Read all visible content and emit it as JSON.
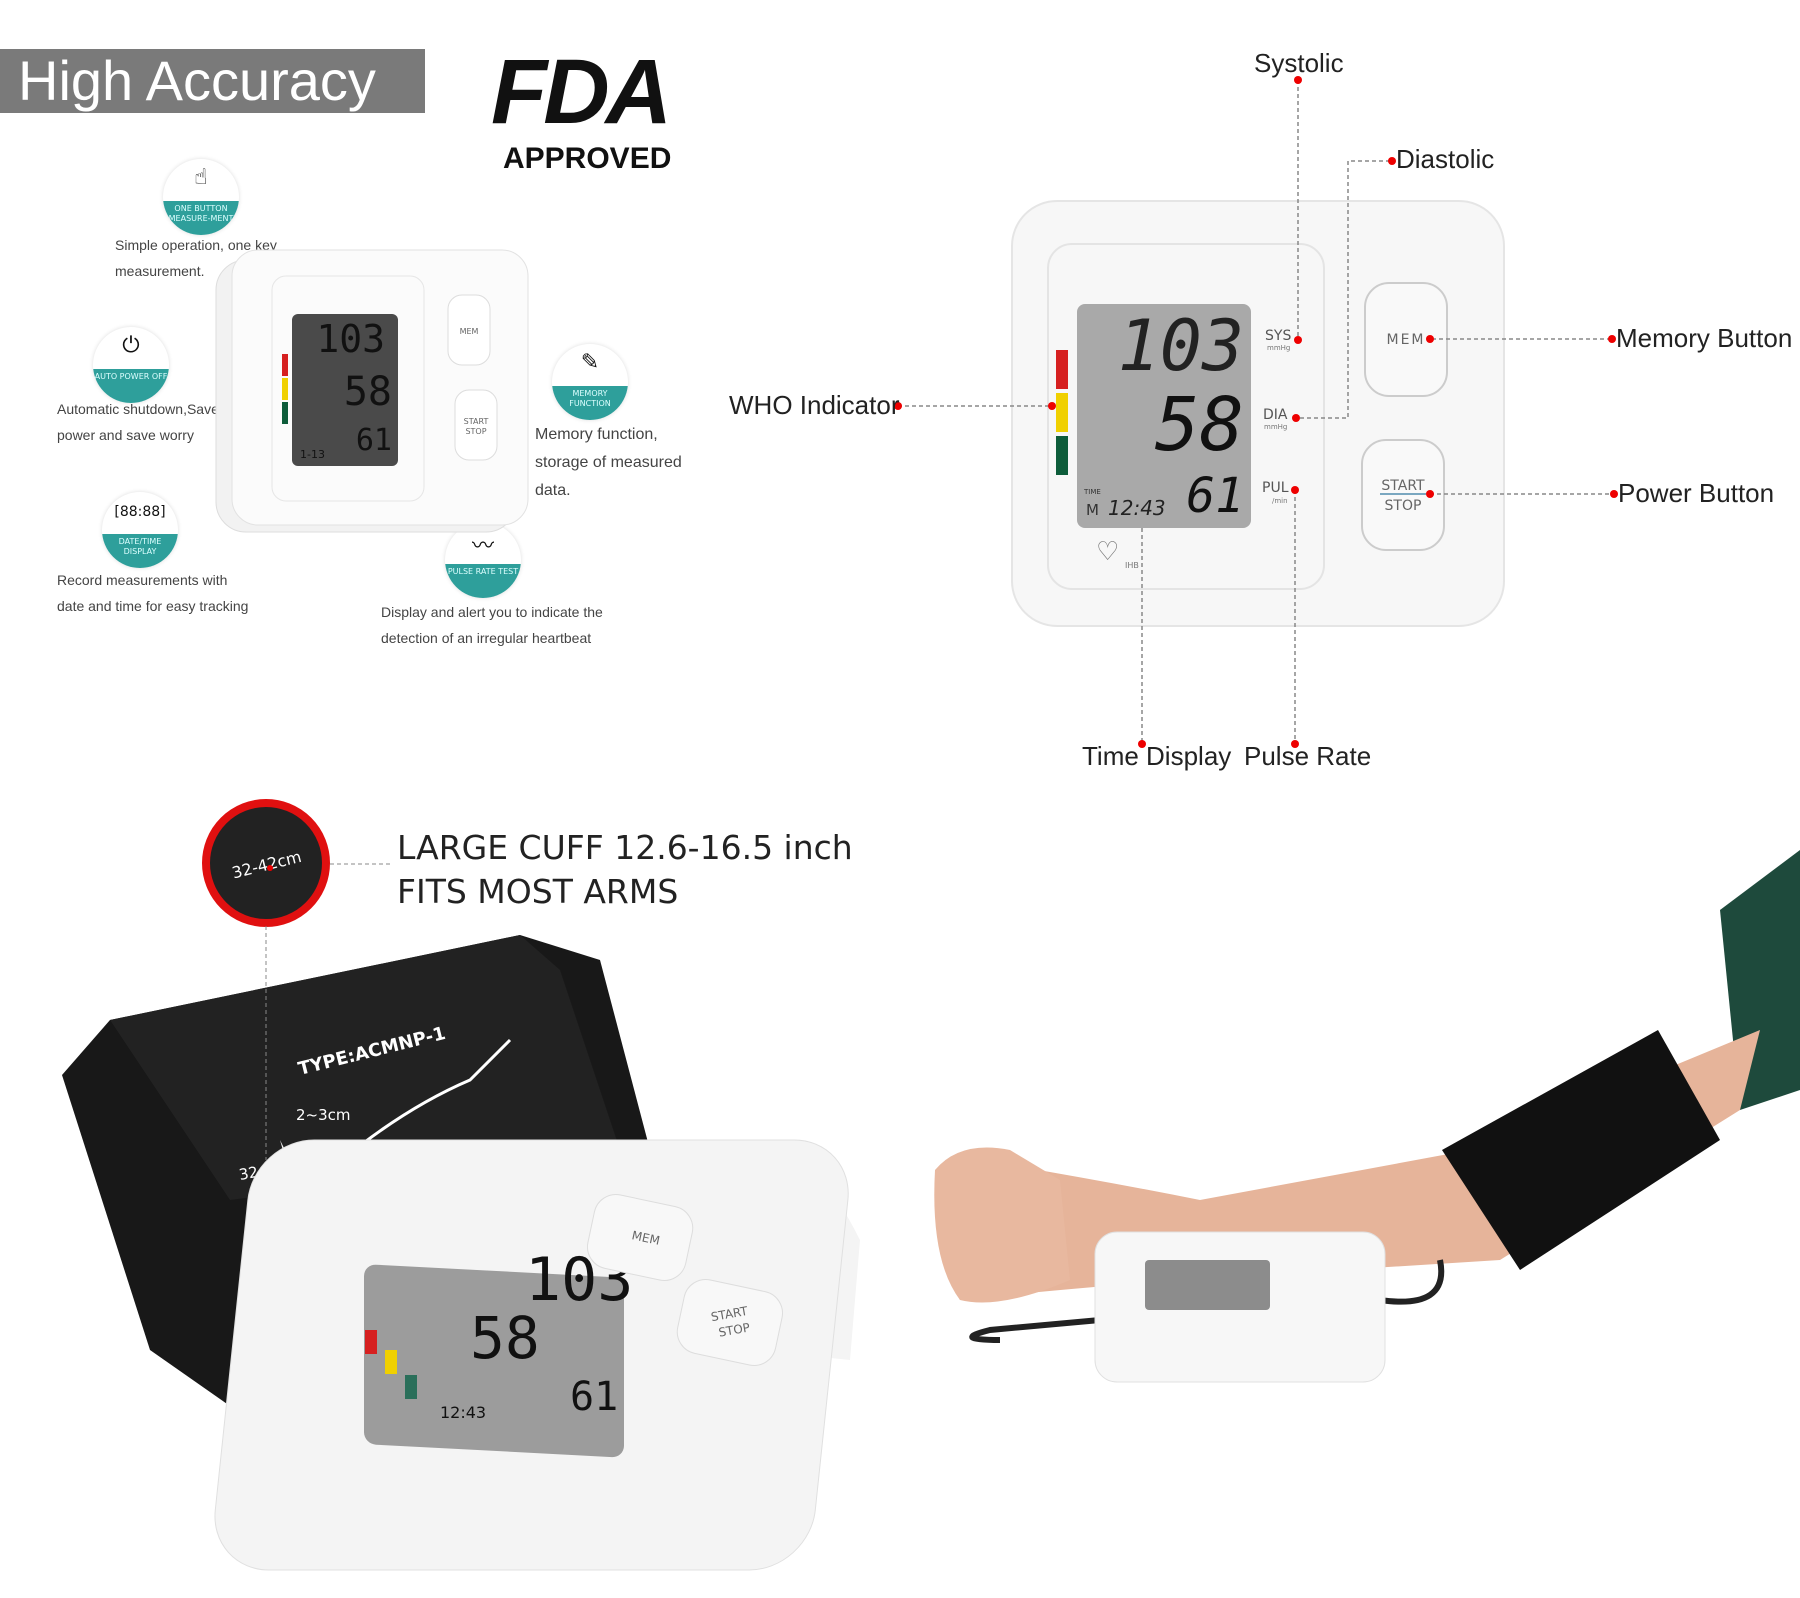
{
  "headline": "High Accuracy",
  "certification": {
    "logo": "FDA",
    "label": "APPROVED"
  },
  "features": [
    {
      "badge": "ONE BUTTON MEASURE-MENT",
      "icon": "hand-pointer-icon",
      "text": [
        "Simple operation, one key",
        "measurement."
      ]
    },
    {
      "badge": "AUTO POWER OFF",
      "icon": "power-icon",
      "text": [
        "Automatic shutdown,Save",
        "power and save worry"
      ]
    },
    {
      "badge": "DATE/TIME DISPLAY",
      "icon": "digital-clock-icon",
      "text": [
        "Record  measurements with",
        "date and time for easy  tracking"
      ]
    },
    {
      "badge": "MEMORY FUNCTION",
      "icon": "notepad-pen-icon",
      "text": [
        "Memory function,",
        "storage of measured",
        "data."
      ]
    },
    {
      "badge": "PULSE RATE TEST",
      "icon": "heartbeat-icon",
      "text": [
        "Display and alert you to indicate the",
        "detection of an irregular heartbeat"
      ]
    }
  ],
  "device": {
    "sys": "103",
    "dia": "58",
    "pul": "61",
    "time": "12:43",
    "date": "1-13",
    "sys_label": "SYS",
    "dia_label": "DIA",
    "pul_label": "PUL",
    "unit": "mmHg",
    "pul_unit": "/min",
    "mem_button": "MEM",
    "start": "START",
    "stop": "STOP",
    "ihb": "IHB",
    "time_label": "TIME",
    "mem_icon": "M"
  },
  "callouts": {
    "systolic": "Systolic",
    "diastolic": "Diastolic",
    "memory": "Memory Button",
    "power": "Power Button",
    "who": "WHO Indicator",
    "time": "Time Display",
    "pulse": "Pulse Rate"
  },
  "who_colors": [
    "#d62020",
    "#f0d000",
    "#0d5c3a"
  ],
  "accent": "#2e9f9b",
  "cuff": {
    "line1": "LARGE CUFF  12.6-16.5 inch",
    "line2": "FITS MOST ARMS",
    "size": "32-42cm",
    "type": "TYPE:ACMNP-1",
    "gap": "2~3cm"
  }
}
